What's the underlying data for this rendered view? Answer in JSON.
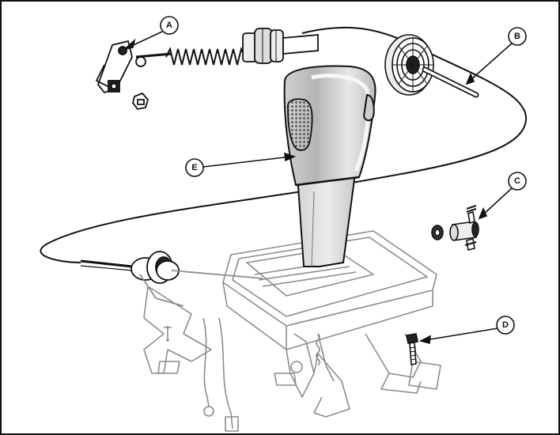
{
  "callouts": [
    {
      "id": "A",
      "label": "A"
    },
    {
      "id": "B",
      "label": "B"
    },
    {
      "id": "C",
      "label": "C"
    },
    {
      "id": "D",
      "label": "D"
    },
    {
      "id": "E",
      "label": "E"
    }
  ],
  "colors": {
    "ink": "#111111",
    "faded_ink": "#8c8c8c",
    "paper": "#ffffff",
    "knob_shade": "#b9b9b9",
    "knob_light": "#e6e6e6"
  }
}
